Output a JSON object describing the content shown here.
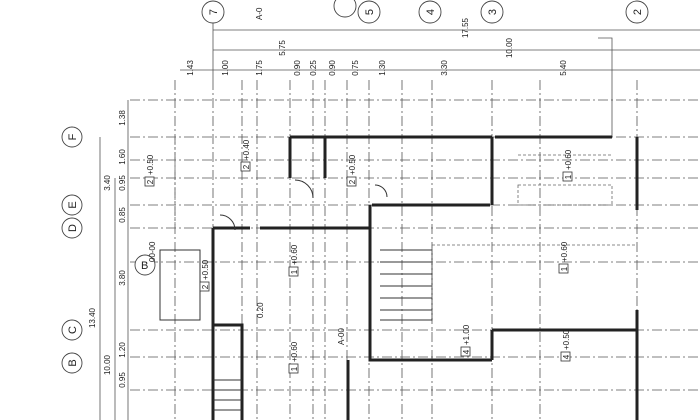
{
  "drawing": {
    "column_axes": [
      "7",
      "5",
      "4",
      "3",
      "2"
    ],
    "row_axes": [
      "F",
      "E",
      "D",
      "C",
      "B"
    ],
    "top_dimensions": [
      "1.43",
      "1.00",
      "1.75",
      "0.90",
      "0.25",
      "0.90",
      "0.75",
      "1.30",
      "3.30",
      "5.40"
    ],
    "top_overall_dimensions": [
      "5.75",
      "10.00",
      "17.55"
    ],
    "left_dimensions": [
      "1.38",
      "1.60",
      "0.95",
      "0.85",
      "3.80",
      "1.20",
      "0.95"
    ],
    "left_overall_dimensions": [
      "3.40",
      "10.00",
      "13.40"
    ],
    "level_tags": [
      {
        "num": "2",
        "level": "+0.50"
      },
      {
        "num": "2",
        "level": "+0.40"
      },
      {
        "num": "2",
        "level": "+0.50"
      },
      {
        "num": "1",
        "level": "+0.60"
      },
      {
        "num": "1",
        "level": "+0.60"
      },
      {
        "num": "2",
        "level": "+0.50"
      },
      {
        "num": "1",
        "level": "+0.60"
      },
      {
        "num": "1",
        "level": "+0.60"
      },
      {
        "num": "4",
        "level": "+1.00"
      },
      {
        "num": "4",
        "level": "+0.50"
      }
    ],
    "section_marker": {
      "letter": "B",
      "ref": "00-00"
    },
    "section_refs": [
      "A-00",
      "A-0"
    ],
    "spot_level": "0.20"
  }
}
